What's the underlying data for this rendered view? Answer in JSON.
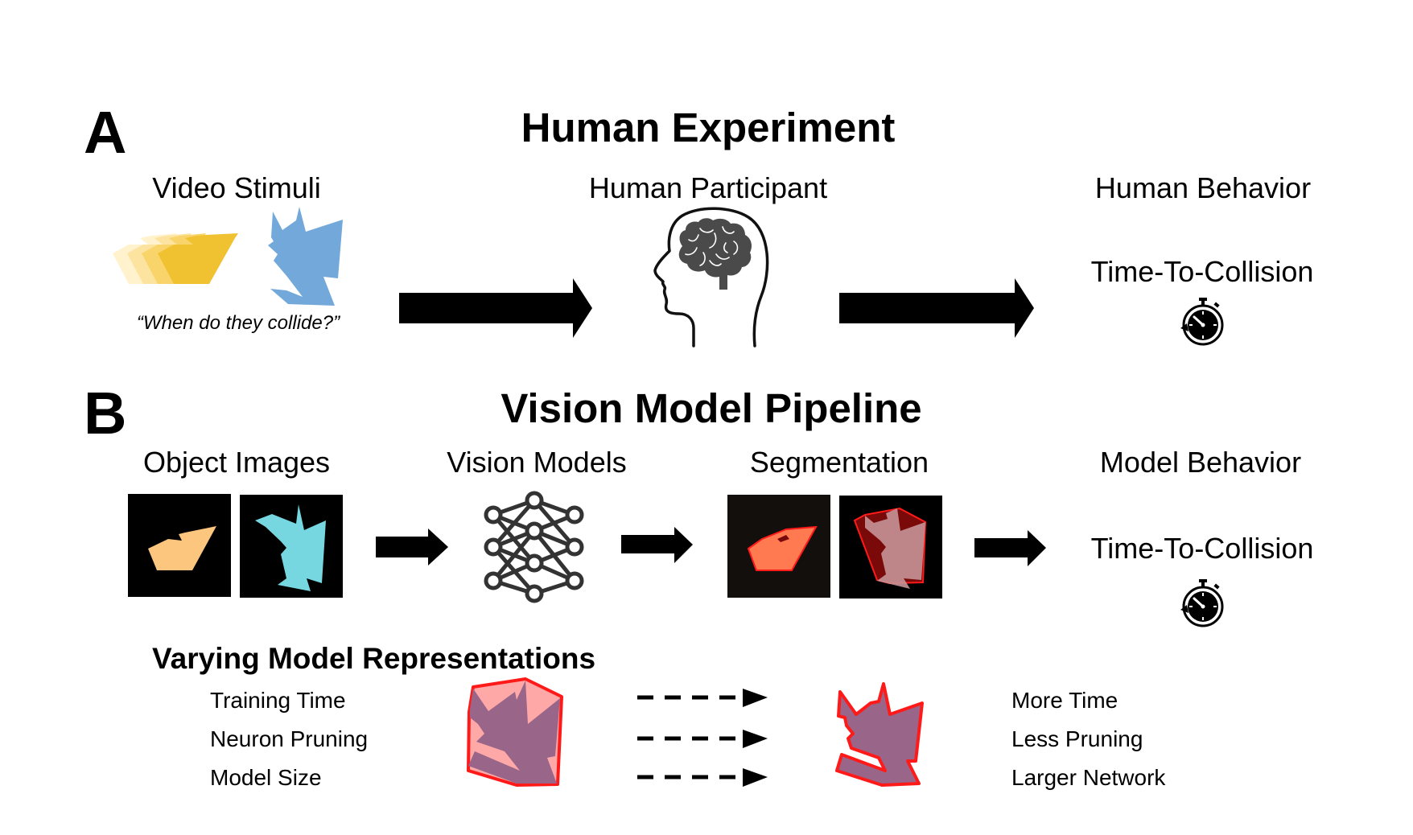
{
  "panel_a": {
    "letter": "A",
    "title": "Human Experiment",
    "stages": {
      "stimuli": "Video Stimuli",
      "participant": "Human Participant",
      "behavior": "Human Behavior"
    },
    "question": "“When do they collide?”",
    "output_measure": "Time-To-Collision",
    "icons": {
      "stimuli": "moving-polygons",
      "participant": "head-with-brain-icon",
      "behavior": "stopwatch-icon"
    }
  },
  "panel_b": {
    "letter": "B",
    "title": "Vision Model Pipeline",
    "stages": {
      "input": "Object Images",
      "models": "Vision Models",
      "segmentation": "Segmentation",
      "behavior": "Model Behavior"
    },
    "output_measure": "Time-To-Collision",
    "icons": {
      "models": "neural-network-icon",
      "behavior": "stopwatch-icon"
    }
  },
  "varying": {
    "title": "Varying Model Representations",
    "factors": [
      "Training Time",
      "Neuron Pruning",
      "Model Size"
    ],
    "outcomes": [
      "More Time",
      "Less Pruning",
      "Larger Network"
    ]
  },
  "colors": {
    "object_a": "#F0C232",
    "object_b": "#72A8DA",
    "object_a_rendered": "#FDC67F",
    "object_b_rendered": "#76D7E0",
    "segmentation_red": "#FF1A1A",
    "mask_pink": "#FFA8A8",
    "shape_purple": "#996589",
    "icon_gray": "#444444"
  }
}
